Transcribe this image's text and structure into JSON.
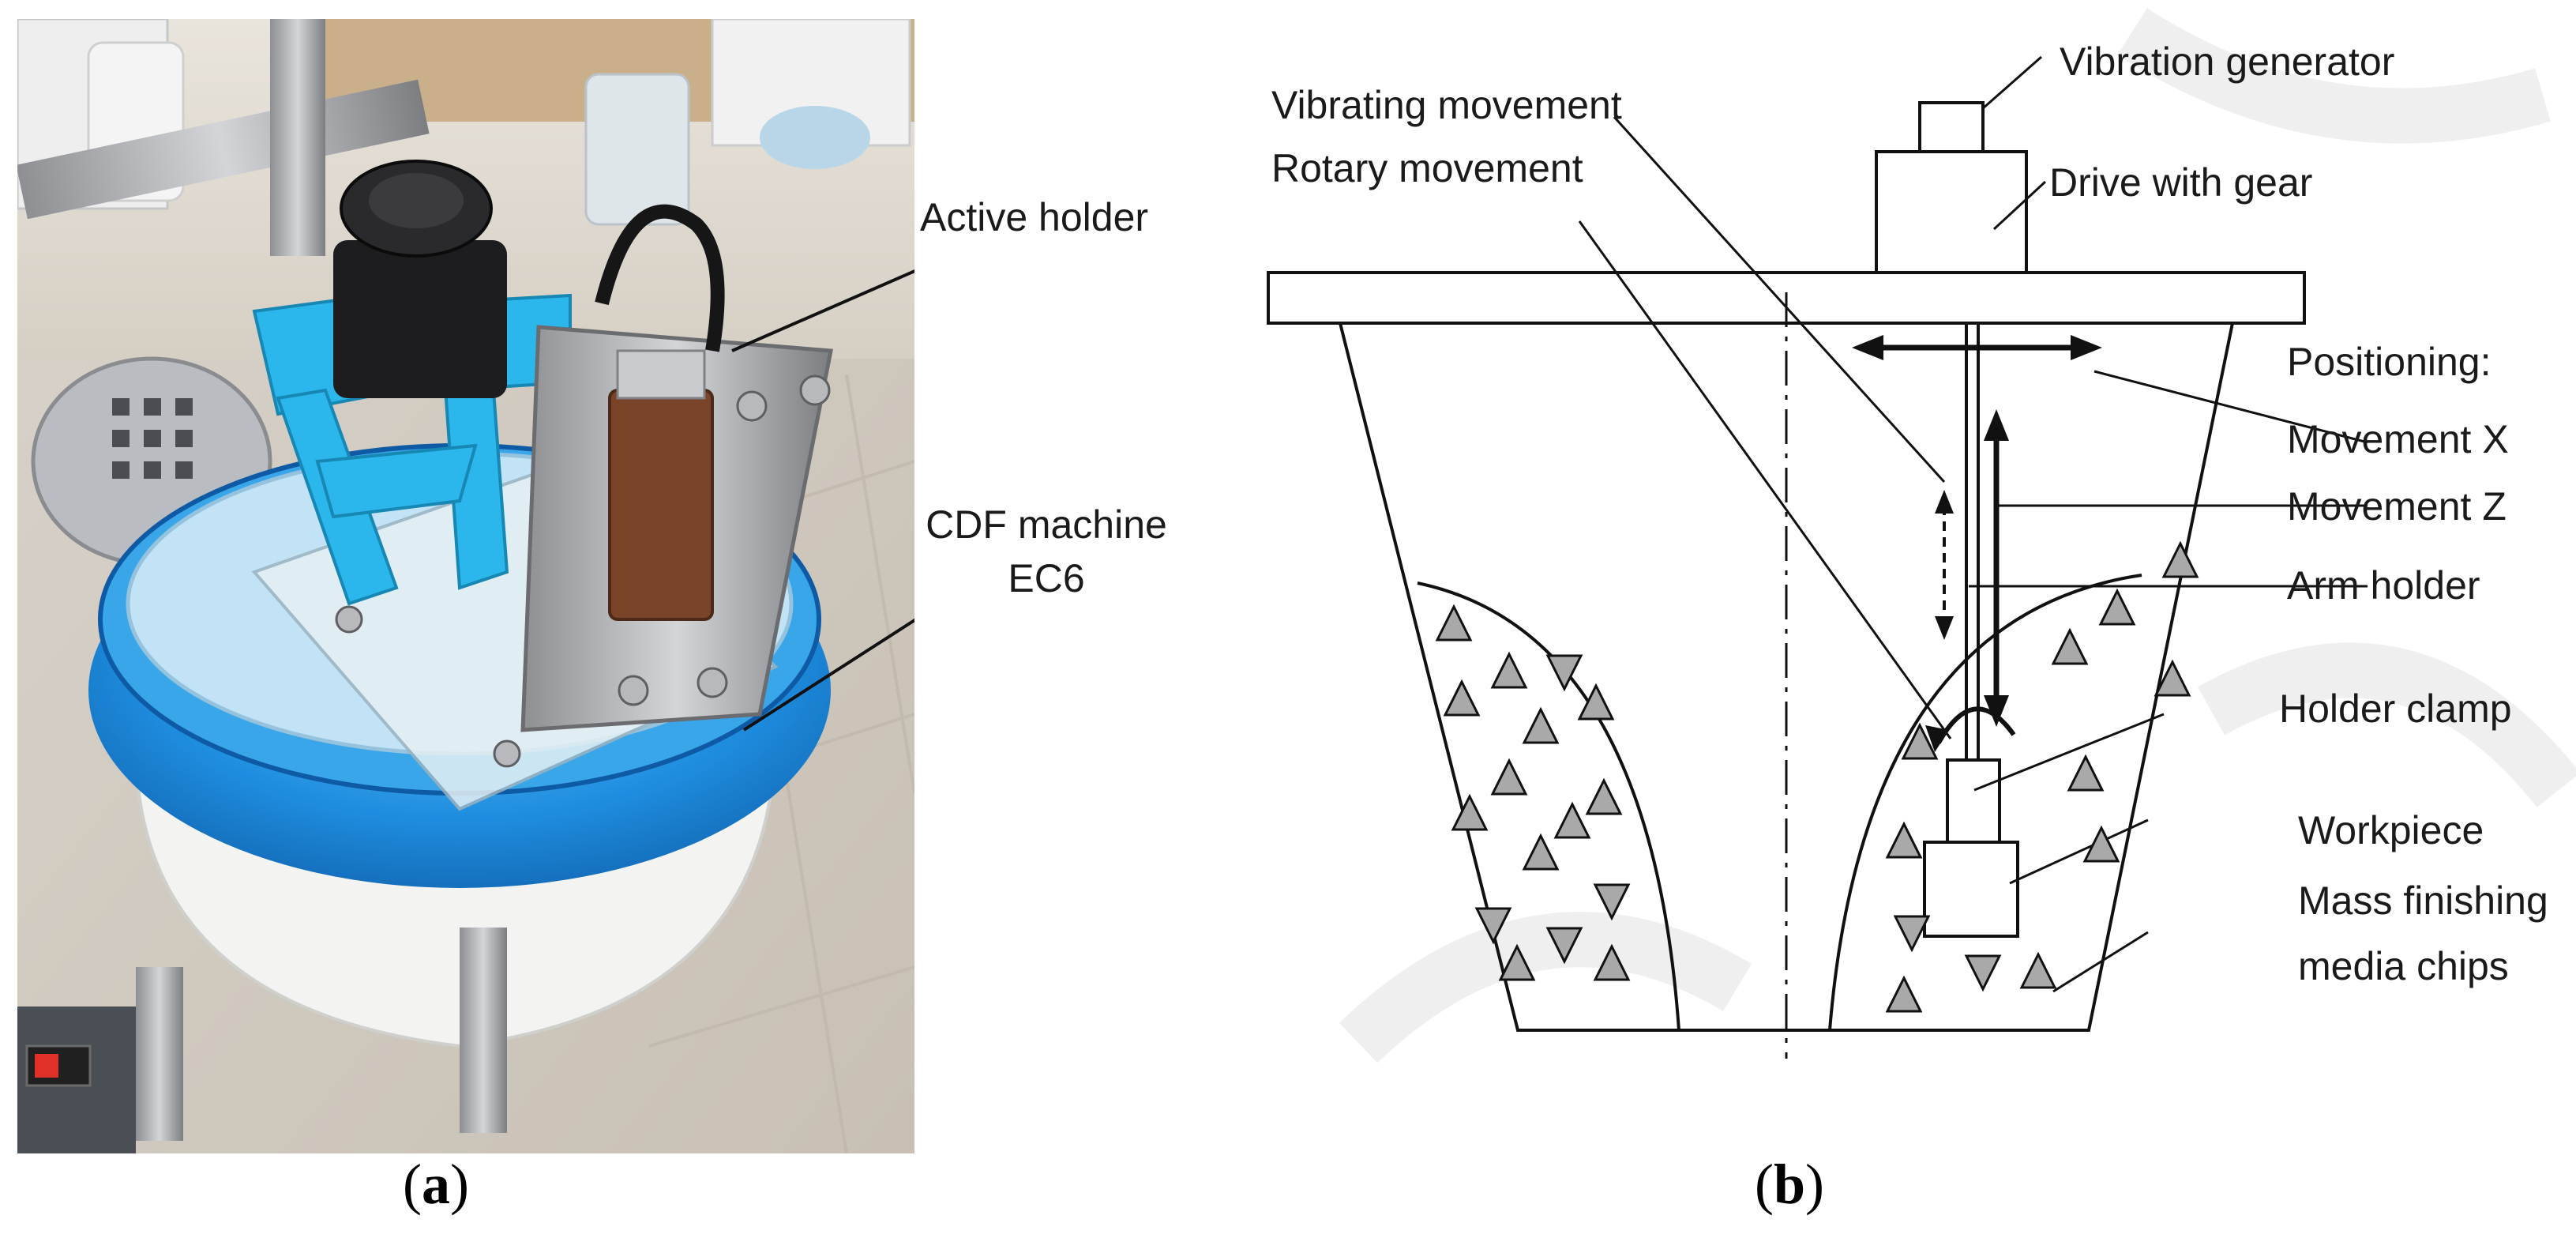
{
  "panel_a": {
    "labels": {
      "active_holder": "Active holder",
      "cdf_machine_line1": "CDF machine",
      "cdf_machine_line2": "EC6"
    },
    "caption": {
      "open": "(",
      "letter": "a",
      "close": ")"
    }
  },
  "panel_b": {
    "labels": {
      "vibration_generator": "Vibration generator",
      "vibrating_movement": "Vibrating movement",
      "rotary_movement": "Rotary movement",
      "drive_with_gear": "Drive with gear",
      "positioning": "Positioning:",
      "movement_x": "Movement X",
      "movement_z": "Movement Z",
      "arm_holder": "Arm holder",
      "holder_clamp": "Holder clamp",
      "workpiece": "Workpiece",
      "media_line1": "Mass finishing",
      "media_line2": "media chips"
    },
    "caption": {
      "open": "(",
      "letter": "b",
      "close": ")"
    }
  },
  "colors": {
    "device_blue": "#2bb6ec",
    "bowl_blue": "#1a7fd0",
    "line": "#111111"
  }
}
